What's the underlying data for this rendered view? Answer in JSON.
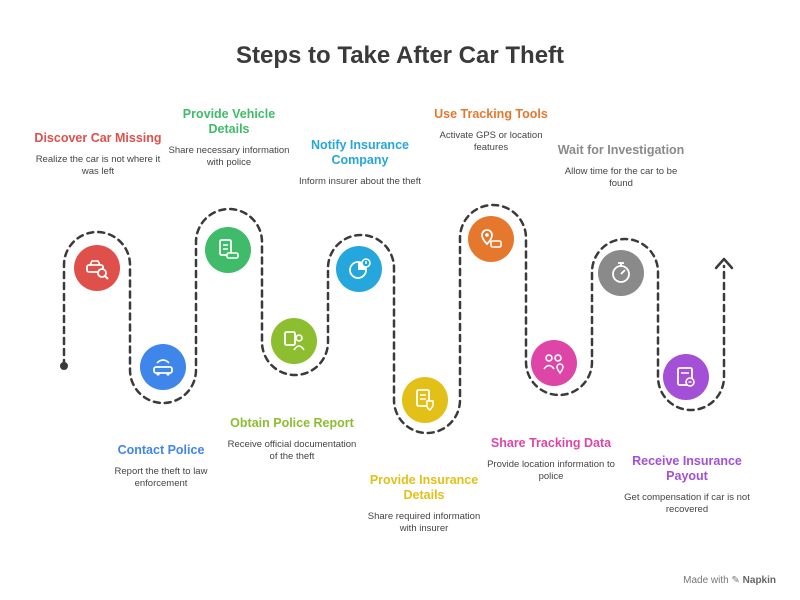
{
  "title": "Steps to Take After Car Theft",
  "steps": [
    {
      "heading": "Discover Car Missing",
      "desc": "Realize the car is not where it was left",
      "color": "#e0504a",
      "icon": "car-search-icon"
    },
    {
      "heading": "Contact Police",
      "desc": "Report the theft to law enforcement",
      "color": "#3f86ea",
      "icon": "sos-car-icon"
    },
    {
      "heading": "Provide Vehicle Details",
      "desc": "Share necessary information with police",
      "color": "#3fbb6a",
      "icon": "document-car-icon"
    },
    {
      "heading": "Obtain Police Report",
      "desc": "Receive official documentation of the theft",
      "color": "#8cbe2f",
      "icon": "police-report-icon"
    },
    {
      "heading": "Notify Insurance Company",
      "desc": "Inform insurer about the theft",
      "color": "#25a6dc",
      "icon": "alert-chart-icon"
    },
    {
      "heading": "Provide Insurance Details",
      "desc": "Share required information with insurer",
      "color": "#e3c017",
      "icon": "insurance-document-icon"
    },
    {
      "heading": "Use Tracking Tools",
      "desc": "Activate GPS or location features",
      "color": "#e6782e",
      "icon": "gps-tracker-icon"
    },
    {
      "heading": "Share Tracking Data",
      "desc": "Provide location information to police",
      "color": "#dd46a6",
      "icon": "people-location-icon"
    },
    {
      "heading": "Wait for Investigation",
      "desc": "Allow time for the car to be found",
      "color": "#8a8a8a",
      "icon": "stopwatch-icon"
    },
    {
      "heading": "Receive Insurance Payout",
      "desc": "Get compensation if car is not recovered",
      "color": "#a34fd6",
      "icon": "payout-document-icon"
    }
  ],
  "footer": {
    "prefix": "Made with",
    "brand": "Napkin"
  }
}
